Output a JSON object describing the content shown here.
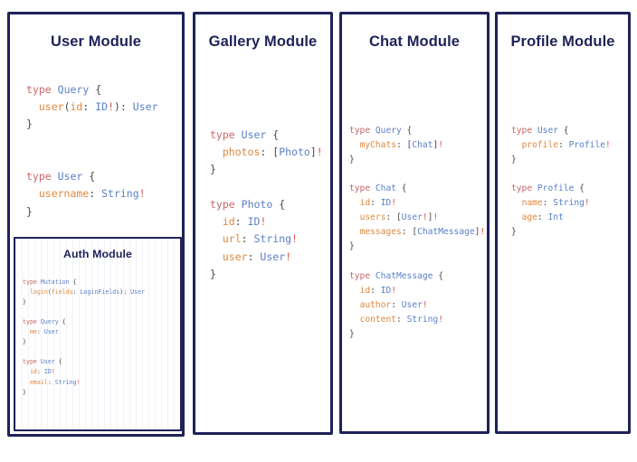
{
  "colors": {
    "panel_border": "#1f2259",
    "title": "#1f2259",
    "background": "#ffffff",
    "keyword": "#c9676a",
    "type": "#5b7fc8",
    "field": "#e0883f",
    "punctuation": "#4a4a4a",
    "non_null_bang": "#d9534f"
  },
  "modules": {
    "user": {
      "title": "User Module",
      "code": "type Query {\n  user(id: ID!): User\n}\n\n\ntype User {\n  username: String!\n}"
    },
    "auth": {
      "title": "Auth Module",
      "code": "type Mutation {\n  login(fields: LoginFields): User\n}\n\ntype Query {\n  me: User\n}\n\ntype User {\n  id: ID!\n  email: String!\n}"
    },
    "gallery": {
      "title": "Gallery Module",
      "code": "type User {\n  photos: [Photo]!\n}\n\ntype Photo {\n  id: ID!\n  url: String!\n  user: User!\n}"
    },
    "chat": {
      "title": "Chat Module",
      "code": "type Query {\n  myChats: [Chat]!\n}\n\ntype Chat {\n  id: ID!\n  users: [User!]!\n  messages: [ChatMessage]!\n}\n\ntype ChatMessage {\n  id: ID!\n  author: User!\n  content: String!\n}"
    },
    "profile": {
      "title": "Profile Module",
      "code": "type User {\n  profile: Profile!\n}\n\ntype Profile {\n  name: String!\n  age: Int\n}"
    }
  }
}
